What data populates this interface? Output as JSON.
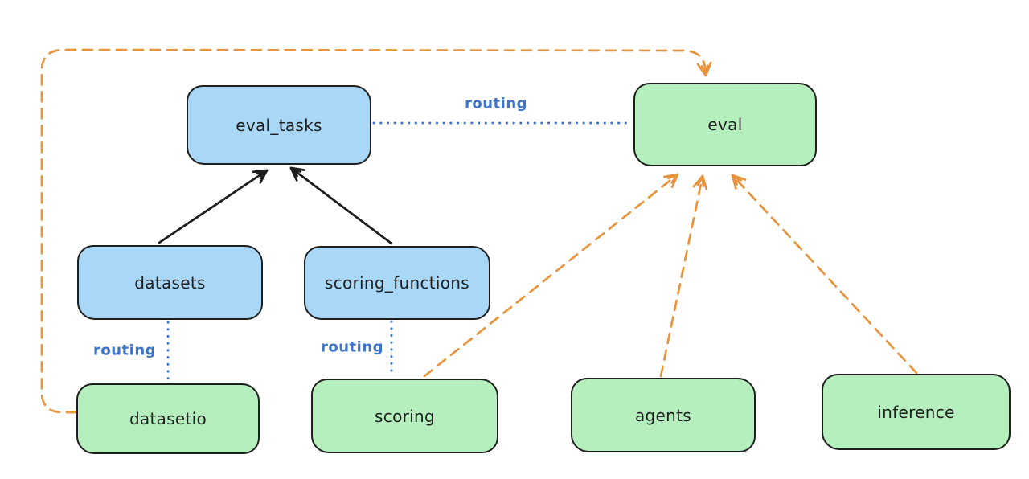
{
  "diagram": {
    "colors": {
      "bg": "#ffffff",
      "blue_fill": "#a8d7f7",
      "green_fill": "#b5efbe",
      "ink": "#1e1e1e",
      "routing_blue": "#3e74c9",
      "orange": "#e8943c"
    },
    "nodes": {
      "eval_tasks": {
        "label": "eval_tasks",
        "fill": "blue"
      },
      "eval": {
        "label": "eval",
        "fill": "green"
      },
      "datasets": {
        "label": "datasets",
        "fill": "blue"
      },
      "scoring_functions": {
        "label": "scoring_functions",
        "fill": "blue"
      },
      "datasetio": {
        "label": "datasetio",
        "fill": "green"
      },
      "scoring": {
        "label": "scoring",
        "fill": "green"
      },
      "agents": {
        "label": "agents",
        "fill": "green"
      },
      "inference": {
        "label": "inference",
        "fill": "green"
      }
    },
    "edges": [
      {
        "from": "eval_tasks",
        "to": "eval",
        "style": "dotted",
        "color": "routing_blue",
        "label": "routing"
      },
      {
        "from": "datasets",
        "to": "datasetio",
        "style": "dotted",
        "color": "routing_blue",
        "label": "routing"
      },
      {
        "from": "scoring_functions",
        "to": "scoring",
        "style": "dotted",
        "color": "routing_blue",
        "label": "routing"
      },
      {
        "from": "datasets",
        "to": "eval_tasks",
        "style": "solid-arrow",
        "color": "ink"
      },
      {
        "from": "scoring_functions",
        "to": "eval_tasks",
        "style": "solid-arrow",
        "color": "ink"
      },
      {
        "from": "datasetio",
        "to": "eval",
        "style": "dashed-arrow",
        "color": "orange"
      },
      {
        "from": "scoring",
        "to": "eval",
        "style": "dashed-arrow",
        "color": "orange"
      },
      {
        "from": "agents",
        "to": "eval",
        "style": "dashed-arrow",
        "color": "orange"
      },
      {
        "from": "inference",
        "to": "eval",
        "style": "dashed-arrow",
        "color": "orange"
      }
    ]
  }
}
